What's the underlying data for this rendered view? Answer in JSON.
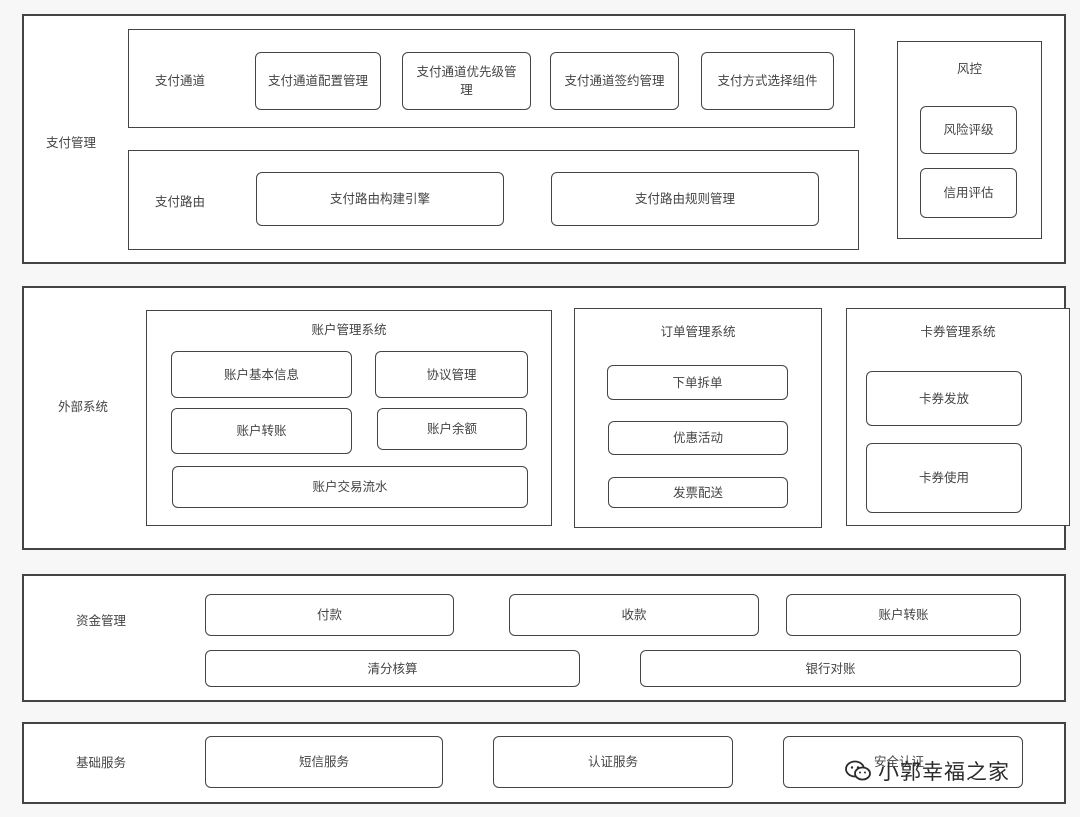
{
  "payment_management": {
    "label": "支付管理",
    "channel": {
      "label": "支付通道",
      "items": [
        "支付通道配置管理",
        "支付通道优先级管理",
        "支付通道签约管理",
        "支付方式选择组件"
      ]
    },
    "routing": {
      "label": "支付路由",
      "items": [
        "支付路由构建引擎",
        "支付路由规则管理"
      ]
    },
    "risk_control": {
      "label": "风控",
      "items": [
        "风险评级",
        "信用评估"
      ]
    }
  },
  "external_systems": {
    "label": "外部系统",
    "account_system": {
      "title": "账户管理系统",
      "items": [
        "账户基本信息",
        "协议管理",
        "账户转账",
        "账户余额",
        "账户交易流水"
      ]
    },
    "order_system": {
      "title": "订单管理系统",
      "items": [
        "下单拆单",
        "优惠活动",
        "发票配送"
      ]
    },
    "coupon_system": {
      "title": "卡券管理系统",
      "items": [
        "卡券发放",
        "卡券使用"
      ]
    }
  },
  "funds_management": {
    "label": "资金管理",
    "items": [
      "付款",
      "收款",
      "账户转账",
      "清分核算",
      "银行对账"
    ]
  },
  "basic_services": {
    "label": "基础服务",
    "items": [
      "短信服务",
      "认证服务",
      "安全认证"
    ]
  },
  "watermark": {
    "text": "小郭幸福之家",
    "icon": "wechat-icon"
  }
}
